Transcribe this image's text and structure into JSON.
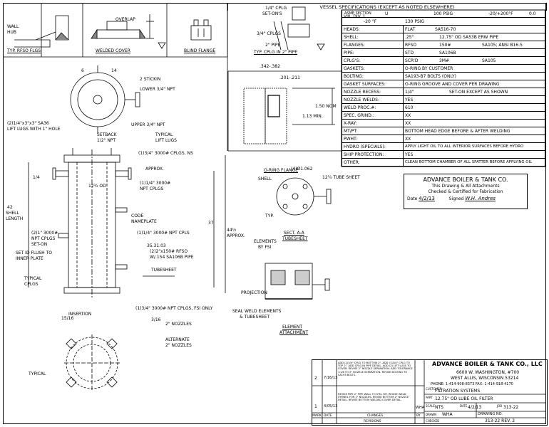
{
  "header": {
    "title": "VESSEL SPECIFICATIONS (EXCEPT AS NOTED ELSEWHERE)"
  },
  "specs": {
    "code_label": "ASME SECTION",
    "code_value": "VIII, DIV. 1",
    "um": "U",
    "mawp": "100 PSIG",
    "temp": "-20/+200°F",
    "ca": "0.0",
    "mdmt": "-20 °F",
    "test": "130 PSIG",
    "heads": "HEADS:",
    "heads_type": "FLAT",
    "heads_mat": "SA516-70",
    "shell": "SHELL:",
    "shell_thk": ".25\"",
    "shell_mat": "12.75\" OD SA53B ERW PIPE",
    "flanges": "FLANGES:",
    "flanges_type": "RFSO",
    "flanges_rating": "150#",
    "flanges_mat": "SA105; ANSI B16.5",
    "pipe": "PIPE:",
    "pipe_sch": "STD",
    "pipe_mat": "SA106B",
    "cplgs": "CPLG'S:",
    "cplgs_type": "SCR'D",
    "cplgs_rating": "3M#",
    "cplgs_mat": "SA105",
    "gaskets": "GASKETS:",
    "gaskets_val": "O-RING BY CUSTOMER",
    "bolting": "BOLTING:",
    "bolting_val": "SA193-B7 BOLTS (ONLY)",
    "gasket_surfaces": "GASKET SURFACES:",
    "gasket_surfaces_val": "O-RING GROOVE AND COVER PER DRAWING",
    "nozzle_recess": "NOZZLE RECESS:",
    "nozzle_recess_val": "1/4\"",
    "nozzle_recess_note": "SET-ON EXCEPT AS SHOWN",
    "nozzle_welds": "NOZZLE WELDS:",
    "nozzle_welds_val": "YES",
    "weld_proc": "WELD PROC.#:",
    "weld_proc_val": "610",
    "spec_grind": "SPEC. GRIND.:",
    "spec_grind_val": "XX",
    "xray": "X-RAY:",
    "xray_val": "XX",
    "mtpt": "MT/PT:",
    "mtpt_val": "BOTTOM HEAD EDGE BEFORE & AFTER WELDING",
    "pwht": "PWHT:",
    "pwht_val": "XX",
    "hydro": "HYDRO (SPECIALS):",
    "hydro_val": "APPLY LIGHT OIL TO ALL INTERIOR SURFACES BEFORE HYDRO",
    "ship": "SHIP PROTECTION:",
    "ship_val": "YES",
    "other": "OTHER:",
    "other_val": "CLEAN BOTTOM CHAMBER OF ALL SPATTER BEFORE APPLYING OIL"
  },
  "cert": {
    "company": "ADVANCE BOILER & TANK CO.",
    "line1": "This Drawing & All Attachments",
    "line2": "Checked & Certified for Fabrication",
    "date_label": "Date",
    "date": "4/2/13",
    "signed_label": "Signed",
    "signed": "W.H. Andres"
  },
  "titleblock": {
    "company": "ADVANCE BOILER & TANK CO., LLC",
    "addr1": "6600 W. WASHINGTON, #700",
    "addr2": "WEST ALLIS, WISCONSIN   53214",
    "phone": "PHONE: 1-414-908-8373   FAX: 1-414-918-4170",
    "customer_label": "CUSTOMER",
    "customer": "FILTRATION SYSTEMS",
    "part_label": "PART",
    "part": "12.75\" OD LUBE OIL FILTER",
    "scale_label": "SCALE",
    "scale": "NTS",
    "date_label": "DATE",
    "date": "4/2/13",
    "job_label": "JOB",
    "job": "313-22",
    "drawn_label": "DRAWN",
    "drawn": "WHA",
    "drawing_no_label": "DRAWING NO.",
    "checked_label": "CHECKED",
    "drawing_no": "313-22 REV. 2"
  },
  "revisions": {
    "r2_mark": "2",
    "r2_date": "7/16/13",
    "r2_text": "ADD (1)3/4\" CPLG TO BOTTOM 2\". ADD (1)3/4\" CPLG TO TOP 2\". ADD CPLG IN PIPE DETAIL. ADD (2) LIFT LUGS TO COVER. REVISE 2\" NOZZLE SEPARATION. ADD TOLERANCE ±1/8 TO 2\" NOZZLE SEPARATION. REVISE BOLTING TO SA193 BOLTS.",
    "r1_mark": "1",
    "r1_date": "4/05/13",
    "r1_text": "REVISE PIPE 2\" PIPE WALL TO STD. WT. REVISE WELD SYMBOL FOR 2\" NOZZLES. REVISE BOTTOM 2\" NOZZLE DETAIL. REVISE BOTTOM WELDED COVER DETAIL.",
    "r1_by": "WHA",
    "h_mark": "MARK",
    "h_date": "DATE",
    "h_changes": "CHANGES",
    "h_by": "BY",
    "h_revisions": "REVISIONS"
  },
  "details": {
    "typ_rfso": "TYP. RFSO FLGS",
    "welded_cover": "WELDED COVER",
    "blind_flange": "BLIND FLANGE",
    "typ_cplg_pipe": "TYP. CPLG IN 2\" PIPE",
    "oring_flange": "O-RING FLANGE",
    "sect_aa": "SECT. A-A",
    "tubesheet": "TUBESHEET",
    "element_attach": "ELEMENT",
    "attachment": "ATTACHMENT",
    "wall": "WALL",
    "hub": "HUB",
    "overlap": "OVERLAP",
    "cplg_34": "1/4\" CPLG",
    "set_ons": "SET-ON'S",
    "cplgs_34": "3/4\" CPLGS",
    "pipe_2": "2\" PIPE",
    "dim_342": ".342-.382",
    "dim_201": ".201-.211",
    "nom_150": "1.50 NOM",
    "min_113": "1.13 MIN.",
    "stickin": "2 STICKIN",
    "lower_npt": "LOWER 3/4\" NPT",
    "upper_npt": "UPPER 3/4\" NPT",
    "lift_lugs": "(2)1/4\"x3\"x3\" SA36",
    "lift_lugs2": "LIFT LUGS WITH 1\" HOLE",
    "setback": "SETBACK",
    "npt_12": "1/2\" NPT",
    "typical_lift": "TYPICAL",
    "lift_lugs3": "LIFT LUGS",
    "cplgs_ns": "(1)3/4\" 3000# CPLGS, NS",
    "approx": "APPROX.",
    "npt_1_3000": "(1)1/4\" 3000#",
    "npt_cplgs": "NPT CPLGS",
    "code_nameplate": "CODE",
    "nameplate": "NAMEPLATE",
    "cplg_3000": "(1)1/4\" 3000# NPT CPLS",
    "rfso_2": "(2)2\"x150# RFSO",
    "pipe_w154": "W/.154 SA106B PIPE",
    "npt_1": "(2)1\" 3000#",
    "npt_cplgs2": "NPT CPLGS",
    "set_on": "SET-ON",
    "set_id": "SET ID FLUSH TO",
    "inner_plate": "INNER PLATE",
    "typical_cplgs": "TYPICAL",
    "cplgs_lbl": "CPLGS",
    "tubesheet_lbl": "TUBESHEET",
    "insertion": "INSERTION",
    "cplgs_fsi": "(1)3/4\" 3000# NPT CPLGS, FSI ONLY",
    "nozzles": "2\" NOZZLES",
    "alternate": "ALTERNATE",
    "nozzles2": "2\" NOZZLES",
    "typical": "TYPICAL",
    "shell": "SHELL",
    "dia_1125": "(4)Ø1.062",
    "tube_sheet": "12¼ TUBE SHEET",
    "typ": "TYP.",
    "elements": "ELEMENTS",
    "by_fsi": "BY FSI",
    "projection": "PROJECTION",
    "seal_weld": "SEAL WELD ELEMENTS",
    "seal_weld2": "& TUBESHEET",
    "shell_length": "SHELL",
    "shell_length2": "LENGTH",
    "dim_42": "42",
    "dim_12od": "12¾ OD",
    "dim_44": "44½",
    "dim_approx": "APPROX.",
    "dim_37": "37",
    "dim_6": "6",
    "dim_14": "14",
    "dim_35": "35.31.03",
    "dim_1516": "15/16",
    "dim_3_16": "3/16",
    "dim_14b": "1/4"
  }
}
